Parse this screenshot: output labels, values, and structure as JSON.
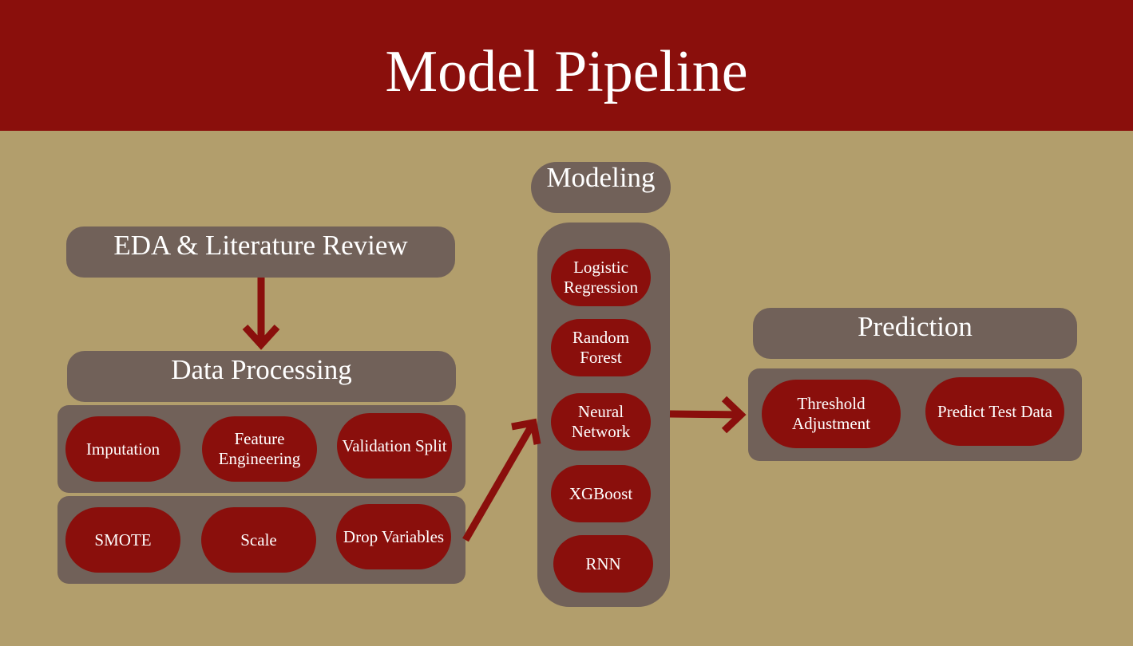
{
  "title": "Model Pipeline",
  "eda": {
    "label": "EDA & Literature Review"
  },
  "data_processing": {
    "label": "Data Processing",
    "row1": [
      "Imputation",
      "Feature\nEngineering",
      "Validation Split"
    ],
    "row2": [
      "SMOTE",
      "Scale",
      "Drop Variables"
    ]
  },
  "modeling": {
    "label": "Modeling",
    "models": [
      "Logistic\nRegression",
      "Random\nForest",
      "Neural\nNetwork",
      "XGBoost",
      "RNN"
    ]
  },
  "prediction": {
    "label": "Prediction",
    "steps": [
      "Threshold\nAdjustment",
      "Predict Test Data"
    ]
  },
  "colors": {
    "background": "#b29e6c",
    "banner": "#8a0f0c",
    "box": "#716159",
    "pill": "#8a0f0c",
    "arrow": "#8a0f0c"
  }
}
